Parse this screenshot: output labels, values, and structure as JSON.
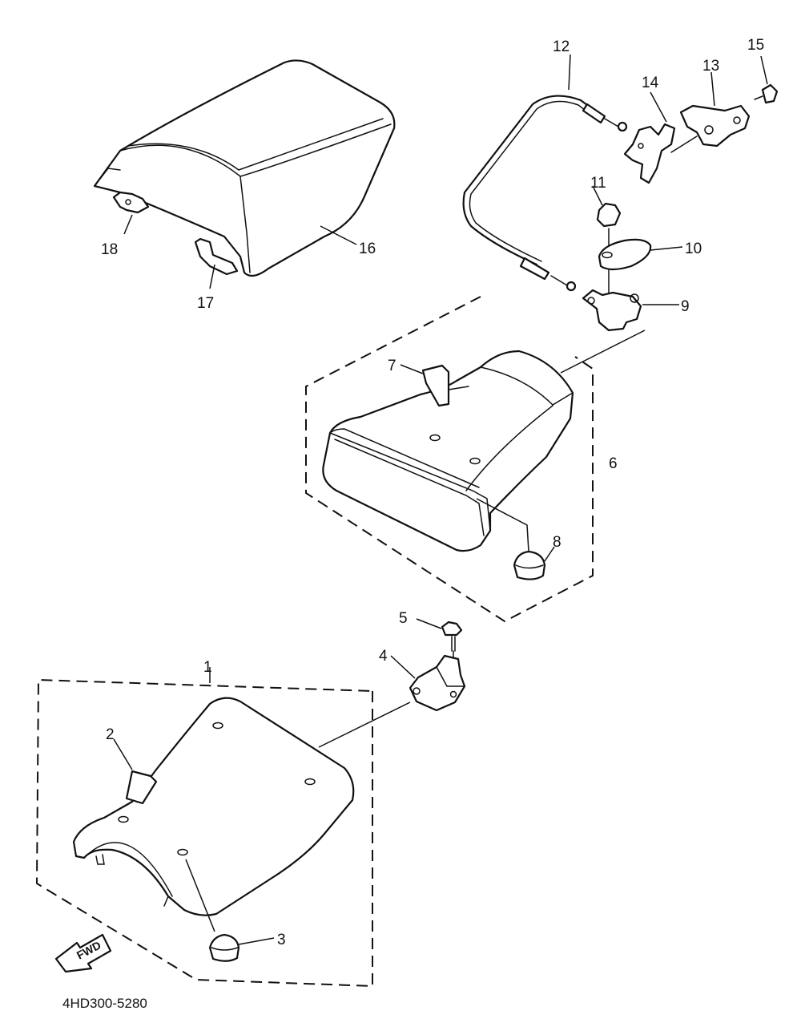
{
  "callouts": {
    "c1": "1",
    "c2": "2",
    "c3": "3",
    "c4": "4",
    "c5": "5",
    "c6": "6",
    "c7": "7",
    "c8": "8",
    "c9": "9",
    "c10": "10",
    "c11": "11",
    "c12": "12",
    "c13": "13",
    "c14": "14",
    "c15": "15",
    "c16": "16",
    "c17": "17",
    "c18": "18"
  },
  "direction_arrow": {
    "label": "FWD"
  },
  "diagram_code": "4HD300-5280"
}
